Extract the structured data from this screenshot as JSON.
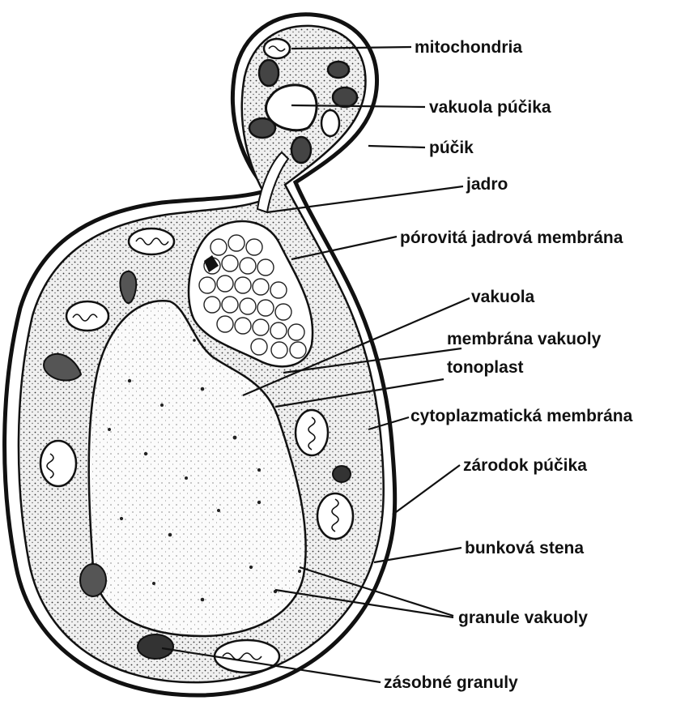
{
  "diagram": {
    "labels": {
      "mitochondria": "mitochondria",
      "bud_vacuole": "vakuola púčika",
      "bud": "púčik",
      "nucleus": "jadro",
      "porous_nuclear_membrane": "pórovitá jadrová membrána",
      "vacuole": "vakuola",
      "vacuole_membrane": "membrána vakuoly",
      "tonoplast": "tonoplast",
      "cytoplasmic_membrane": "cytoplazmatická membrána",
      "bud_scar": "zárodok púčika",
      "cell_wall": "bunková stena",
      "vacuole_granules": "granule vakuoly",
      "storage_granules": "zásobné granuly"
    },
    "colors": {
      "ink": "#111111",
      "cytoplasm": "#e9e9e9",
      "background": "#ffffff"
    }
  }
}
